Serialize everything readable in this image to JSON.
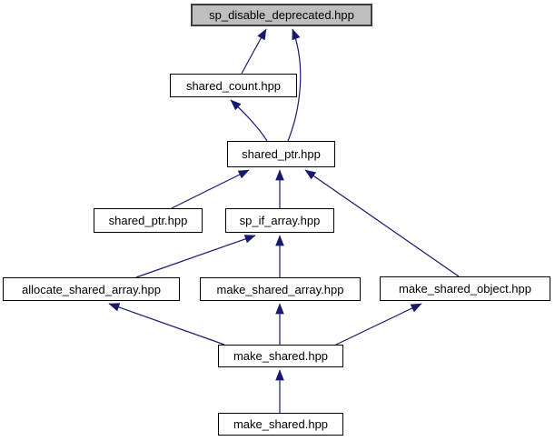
{
  "graph": {
    "background_color": "#ffffff",
    "edge_color": "#191970",
    "node_border_color": "#000000",
    "node_fill_color": "#ffffff",
    "highlighted_node_fill_color": "#bfbfbf",
    "nodes": [
      {
        "id": "sp_disable_deprecated",
        "label": "sp_disable_deprecated.hpp",
        "highlighted": true
      },
      {
        "id": "shared_count",
        "label": "shared_count.hpp",
        "highlighted": false
      },
      {
        "id": "shared_ptr_upper",
        "label": "shared_ptr.hpp",
        "highlighted": false
      },
      {
        "id": "shared_ptr_lower",
        "label": "shared_ptr.hpp",
        "highlighted": false
      },
      {
        "id": "sp_if_array",
        "label": "sp_if_array.hpp",
        "highlighted": false
      },
      {
        "id": "allocate_shared_array",
        "label": "allocate_shared_array.hpp",
        "highlighted": false
      },
      {
        "id": "make_shared_array",
        "label": "make_shared_array.hpp",
        "highlighted": false
      },
      {
        "id": "make_shared_object",
        "label": "make_shared_object.hpp",
        "highlighted": false
      },
      {
        "id": "make_shared_upper",
        "label": "make_shared.hpp",
        "highlighted": false
      },
      {
        "id": "make_shared_lower",
        "label": "make_shared.hpp",
        "highlighted": false
      }
    ],
    "edges": [
      {
        "from": "shared_count",
        "to": "sp_disable_deprecated"
      },
      {
        "from": "shared_ptr_upper",
        "to": "sp_disable_deprecated"
      },
      {
        "from": "shared_ptr_upper",
        "to": "shared_count"
      },
      {
        "from": "shared_ptr_lower",
        "to": "shared_ptr_upper"
      },
      {
        "from": "sp_if_array",
        "to": "shared_ptr_upper"
      },
      {
        "from": "make_shared_object",
        "to": "shared_ptr_upper"
      },
      {
        "from": "allocate_shared_array",
        "to": "sp_if_array"
      },
      {
        "from": "make_shared_array",
        "to": "sp_if_array"
      },
      {
        "from": "make_shared_upper",
        "to": "allocate_shared_array"
      },
      {
        "from": "make_shared_upper",
        "to": "make_shared_array"
      },
      {
        "from": "make_shared_upper",
        "to": "make_shared_object"
      },
      {
        "from": "make_shared_lower",
        "to": "make_shared_upper"
      }
    ]
  }
}
